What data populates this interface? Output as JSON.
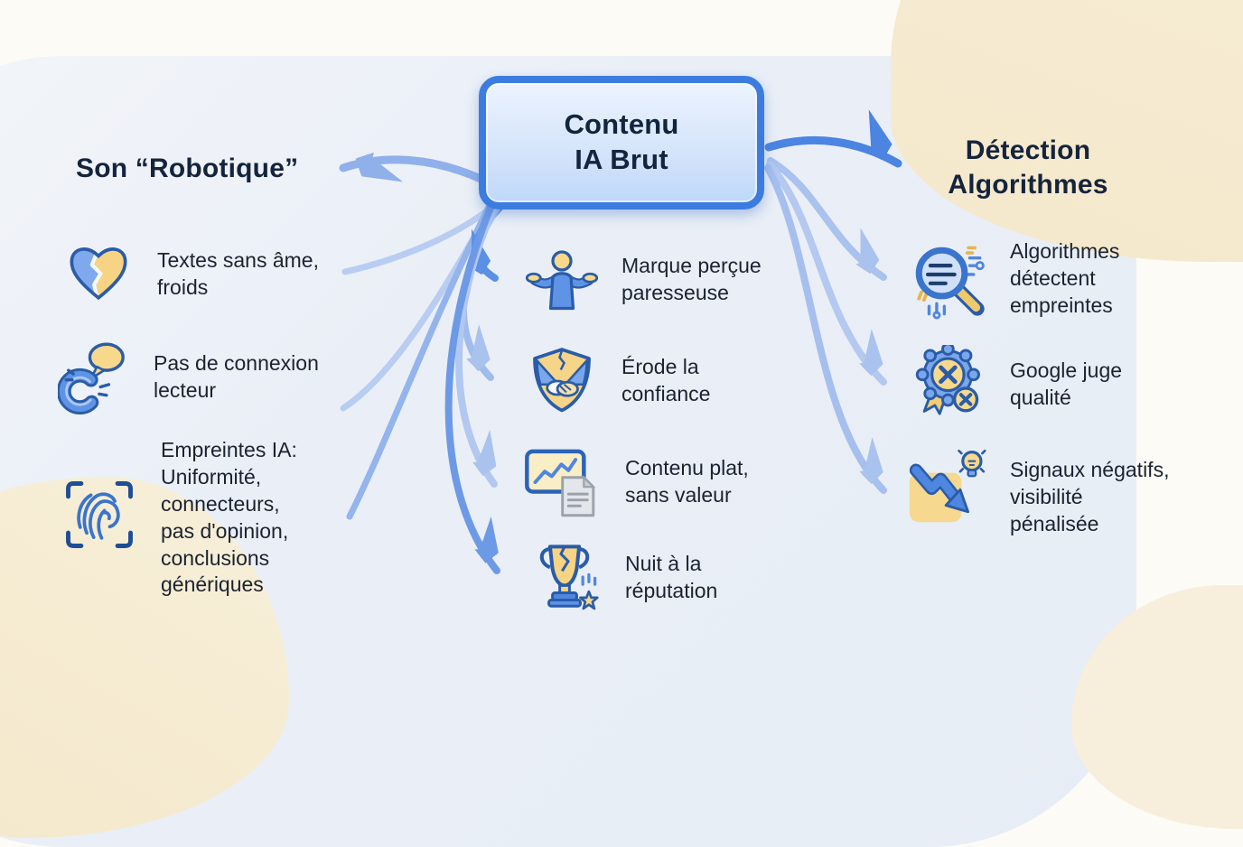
{
  "center_node": {
    "title": "Contenu\nIA Brut"
  },
  "left_branch": {
    "title": "Son “Robotique”",
    "items": [
      {
        "icon": "broken-heart-icon",
        "text": "Textes sans âme,\nfroids"
      },
      {
        "icon": "broken-link-icon",
        "text": "Pas de connexion\nlecteur"
      },
      {
        "icon": "fingerprint-scan-icon",
        "text": "Empreintes IA:\nUniformité,\nconnecteurs,\npas d'opinion,\nconclusions\ngénériques"
      }
    ]
  },
  "middle_branch": {
    "items": [
      {
        "icon": "shrug-person-icon",
        "text": "Marque perçue\nparesseuse"
      },
      {
        "icon": "shield-handshake-icon",
        "text": "Érode la\nconfiance"
      },
      {
        "icon": "chart-document-icon",
        "text": "Contenu plat,\nsans valeur"
      },
      {
        "icon": "broken-trophy-icon",
        "text": "Nuit à la\nréputation"
      }
    ]
  },
  "right_branch": {
    "title": "Détection\nAlgorithmes",
    "items": [
      {
        "icon": "magnifier-analysis-icon",
        "text": "Algorithmes\ndétectent\nempreintes"
      },
      {
        "icon": "rejected-badge-icon",
        "text": "Google juge\nqualité"
      },
      {
        "icon": "declining-arrow-icon",
        "text": "Signaux négatifs,\nvisibilité\npénalisée"
      }
    ]
  },
  "colors": {
    "accent_blue": "#3c7ce0",
    "arrow_strong": "#4c84e2",
    "arrow_light": "#aac2ee",
    "navy_text": "#15243c",
    "panel_blue": "#e9eef6",
    "cream_blob": "#f4e8cb",
    "icon_yellow": "#f7d483",
    "icon_blue": "#5f93e6",
    "node_fill_top": "#ecf3fe",
    "node_fill_bottom": "#bfd8f9"
  }
}
